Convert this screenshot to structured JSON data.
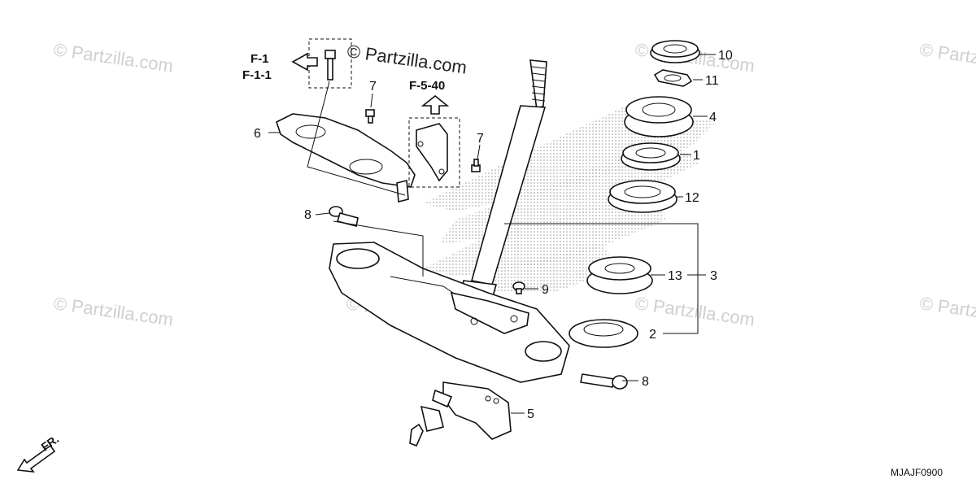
{
  "watermarks": {
    "main": "© Partzilla.com",
    "tile": "© Partzilla.com"
  },
  "diagram_code": "MJAJF0900",
  "front_marker": "FR.",
  "references": {
    "f1": "F-1",
    "f11": "F-1-1",
    "f546": "F-5-40"
  },
  "callouts": {
    "c1": "1",
    "c2": "2",
    "c3": "3",
    "c4": "4",
    "c5": "5",
    "c6": "6",
    "c7a": "7",
    "c7b": "7",
    "c8a": "8",
    "c8b": "8",
    "c9": "9",
    "c10": "10",
    "c11": "11",
    "c12": "12",
    "c13": "13"
  },
  "colors": {
    "line": "#111111",
    "watermark": "#cfcfcf",
    "background": "#ffffff"
  }
}
